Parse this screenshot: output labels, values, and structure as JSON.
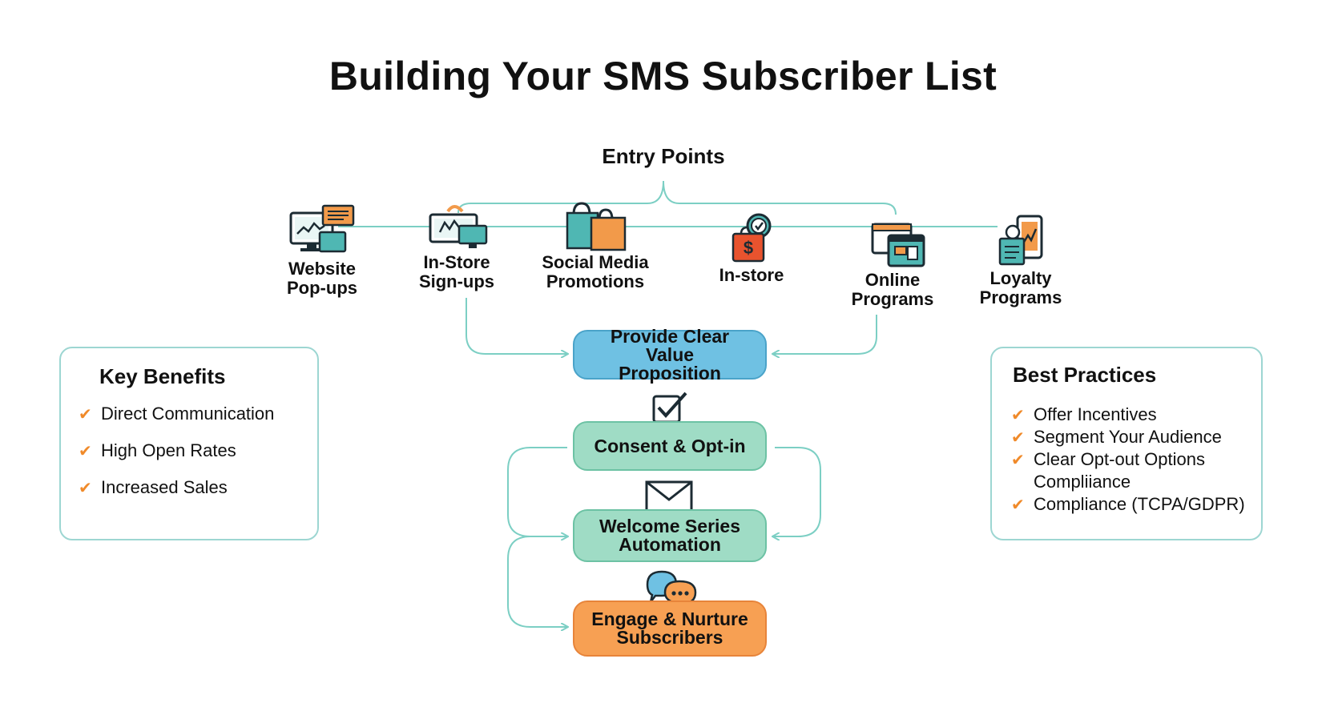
{
  "title": "Building Your SMS Subscriber List",
  "entry_points": {
    "heading": "Entry Points",
    "items": [
      {
        "label": "Website\nPop-ups",
        "icon": "monitor-popup-icon"
      },
      {
        "label": "In-Store\nSign-ups",
        "icon": "kiosk-signup-icon"
      },
      {
        "label": "Social Media\nPromotions",
        "icon": "shopping-bags-icon"
      },
      {
        "label": "In-store",
        "icon": "price-tag-clock-icon"
      },
      {
        "label": "Online\nPrograms",
        "icon": "browser-windows-icon"
      },
      {
        "label": "Loyalty\nPrograms",
        "icon": "mobile-clipboard-icon"
      }
    ]
  },
  "flow": {
    "steps": [
      {
        "label": "Provide Clear\nValue\nProposition",
        "color": "#6fc1e3"
      },
      {
        "label": "Consent & Opt-in",
        "color": "#9fdcc5"
      },
      {
        "label": "Welcome Series\nAutomation",
        "color": "#9fdcc5"
      },
      {
        "label": "Engage & Nurture\nSubscribers",
        "color": "#f7a053"
      }
    ],
    "icons": [
      "checkbox-icon",
      "envelope-icon",
      "chat-bubbles-icon"
    ]
  },
  "key_benefits": {
    "heading": "Key Benefits",
    "items": [
      "Direct Communication",
      "High Open Rates",
      "Increased Sales"
    ]
  },
  "best_practices": {
    "heading": "Best Practices",
    "items": [
      "Offer Incentives",
      "Segment Your Audience",
      "Clear Opt-out Options",
      "Compliiance",
      "Compliance (TCPA/GDPR)"
    ]
  },
  "colors": {
    "connector": "#7ccfc4",
    "check": "#f08a2a",
    "teal_icon": "#4fb7b3",
    "orange_icon": "#f29a4a"
  }
}
